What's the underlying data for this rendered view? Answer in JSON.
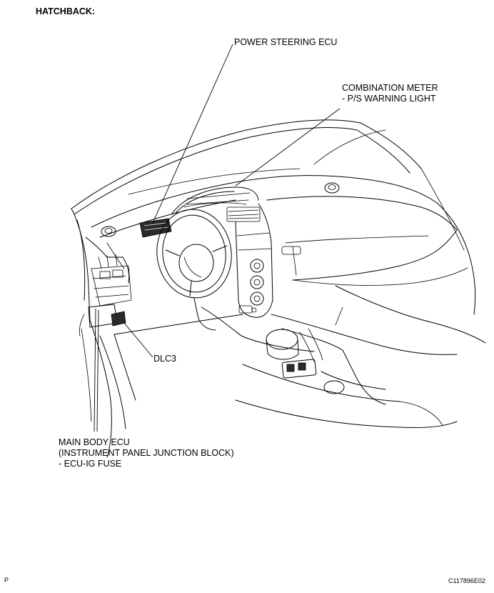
{
  "header": {
    "title": "HATCHBACK:"
  },
  "labels": {
    "power_steering_ecu": "POWER STEERING ECU",
    "combination_meter": "COMBINATION METER",
    "ps_warning_light": "- P/S WARNING LIGHT",
    "dlc3": "DLC3",
    "main_body_ecu": "MAIN BODY ECU",
    "instrument_panel_jb": "(INSTRUMENT PANEL JUNCTION BLOCK)",
    "ecu_ig_fuse": "- ECU-IG FUSE"
  },
  "footer": {
    "page_marker": "P",
    "figure_code": "C117896E02"
  }
}
